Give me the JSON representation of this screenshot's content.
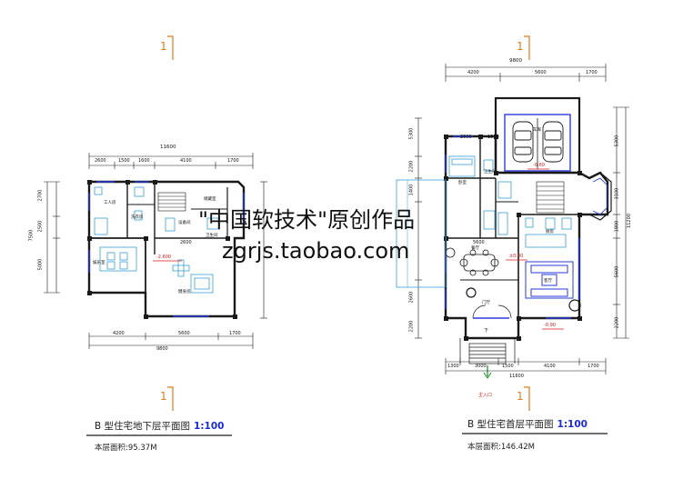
{
  "watermark": {
    "line1": "\"中国软技术\"原创作品",
    "line2": "zgrjs.taobao.com"
  },
  "section_markers": [
    "1",
    "1",
    "1",
    "1"
  ],
  "basement": {
    "title": "B  型住宅地下层平面图",
    "scale": "1:100",
    "area": "本层面积:95.37M",
    "top_total": "11600",
    "top_dims": [
      "2600",
      "1500",
      "1600",
      "4100",
      "1700"
    ],
    "left_dims": [
      "2700",
      "2500",
      "5000"
    ],
    "left_total": "7500",
    "bottom_dims": [
      "4200",
      "5600",
      "1700"
    ],
    "bottom_total": "9800",
    "inner_dim": "2600",
    "elevation": "-2.600",
    "rooms": [
      "工人房",
      "洗衣房",
      "健身房",
      "设备间",
      "储藏室",
      "卫生间",
      "娱乐室"
    ]
  },
  "ground": {
    "title": "B  型住宅首层平面图",
    "scale": "1:100",
    "area": "本层面积:146.42M",
    "top_total": "9800",
    "top_dims": [
      "4200",
      "5600",
      "1700"
    ],
    "left_dims": [
      "5300",
      "2200",
      "1400",
      "2600",
      "2200"
    ],
    "right_dims": [
      "5300",
      "3100",
      "1800",
      "5600",
      "2200"
    ],
    "right_total": "11200",
    "bottom_dims": [
      "1300",
      "3000",
      "1500",
      "4100",
      "1700"
    ],
    "bottom_total": "11600",
    "inner_dims": [
      "2600",
      "1500",
      "5600"
    ],
    "elevations": [
      "-0.60",
      "±0.00",
      "-0.90"
    ],
    "entry": "主入口",
    "stair": "下",
    "rooms": [
      "车库",
      "卧室",
      "卫生间",
      "厨房",
      "餐厅",
      "客厅",
      "门厅"
    ]
  },
  "colors": {
    "wall": "#1a1a1a",
    "dim": "#222222",
    "blue": "#2a3bd8",
    "red": "#d81b1b",
    "cyan": "#3aa0d8",
    "orange": "#e07a1a",
    "green": "#1a8a2a"
  }
}
